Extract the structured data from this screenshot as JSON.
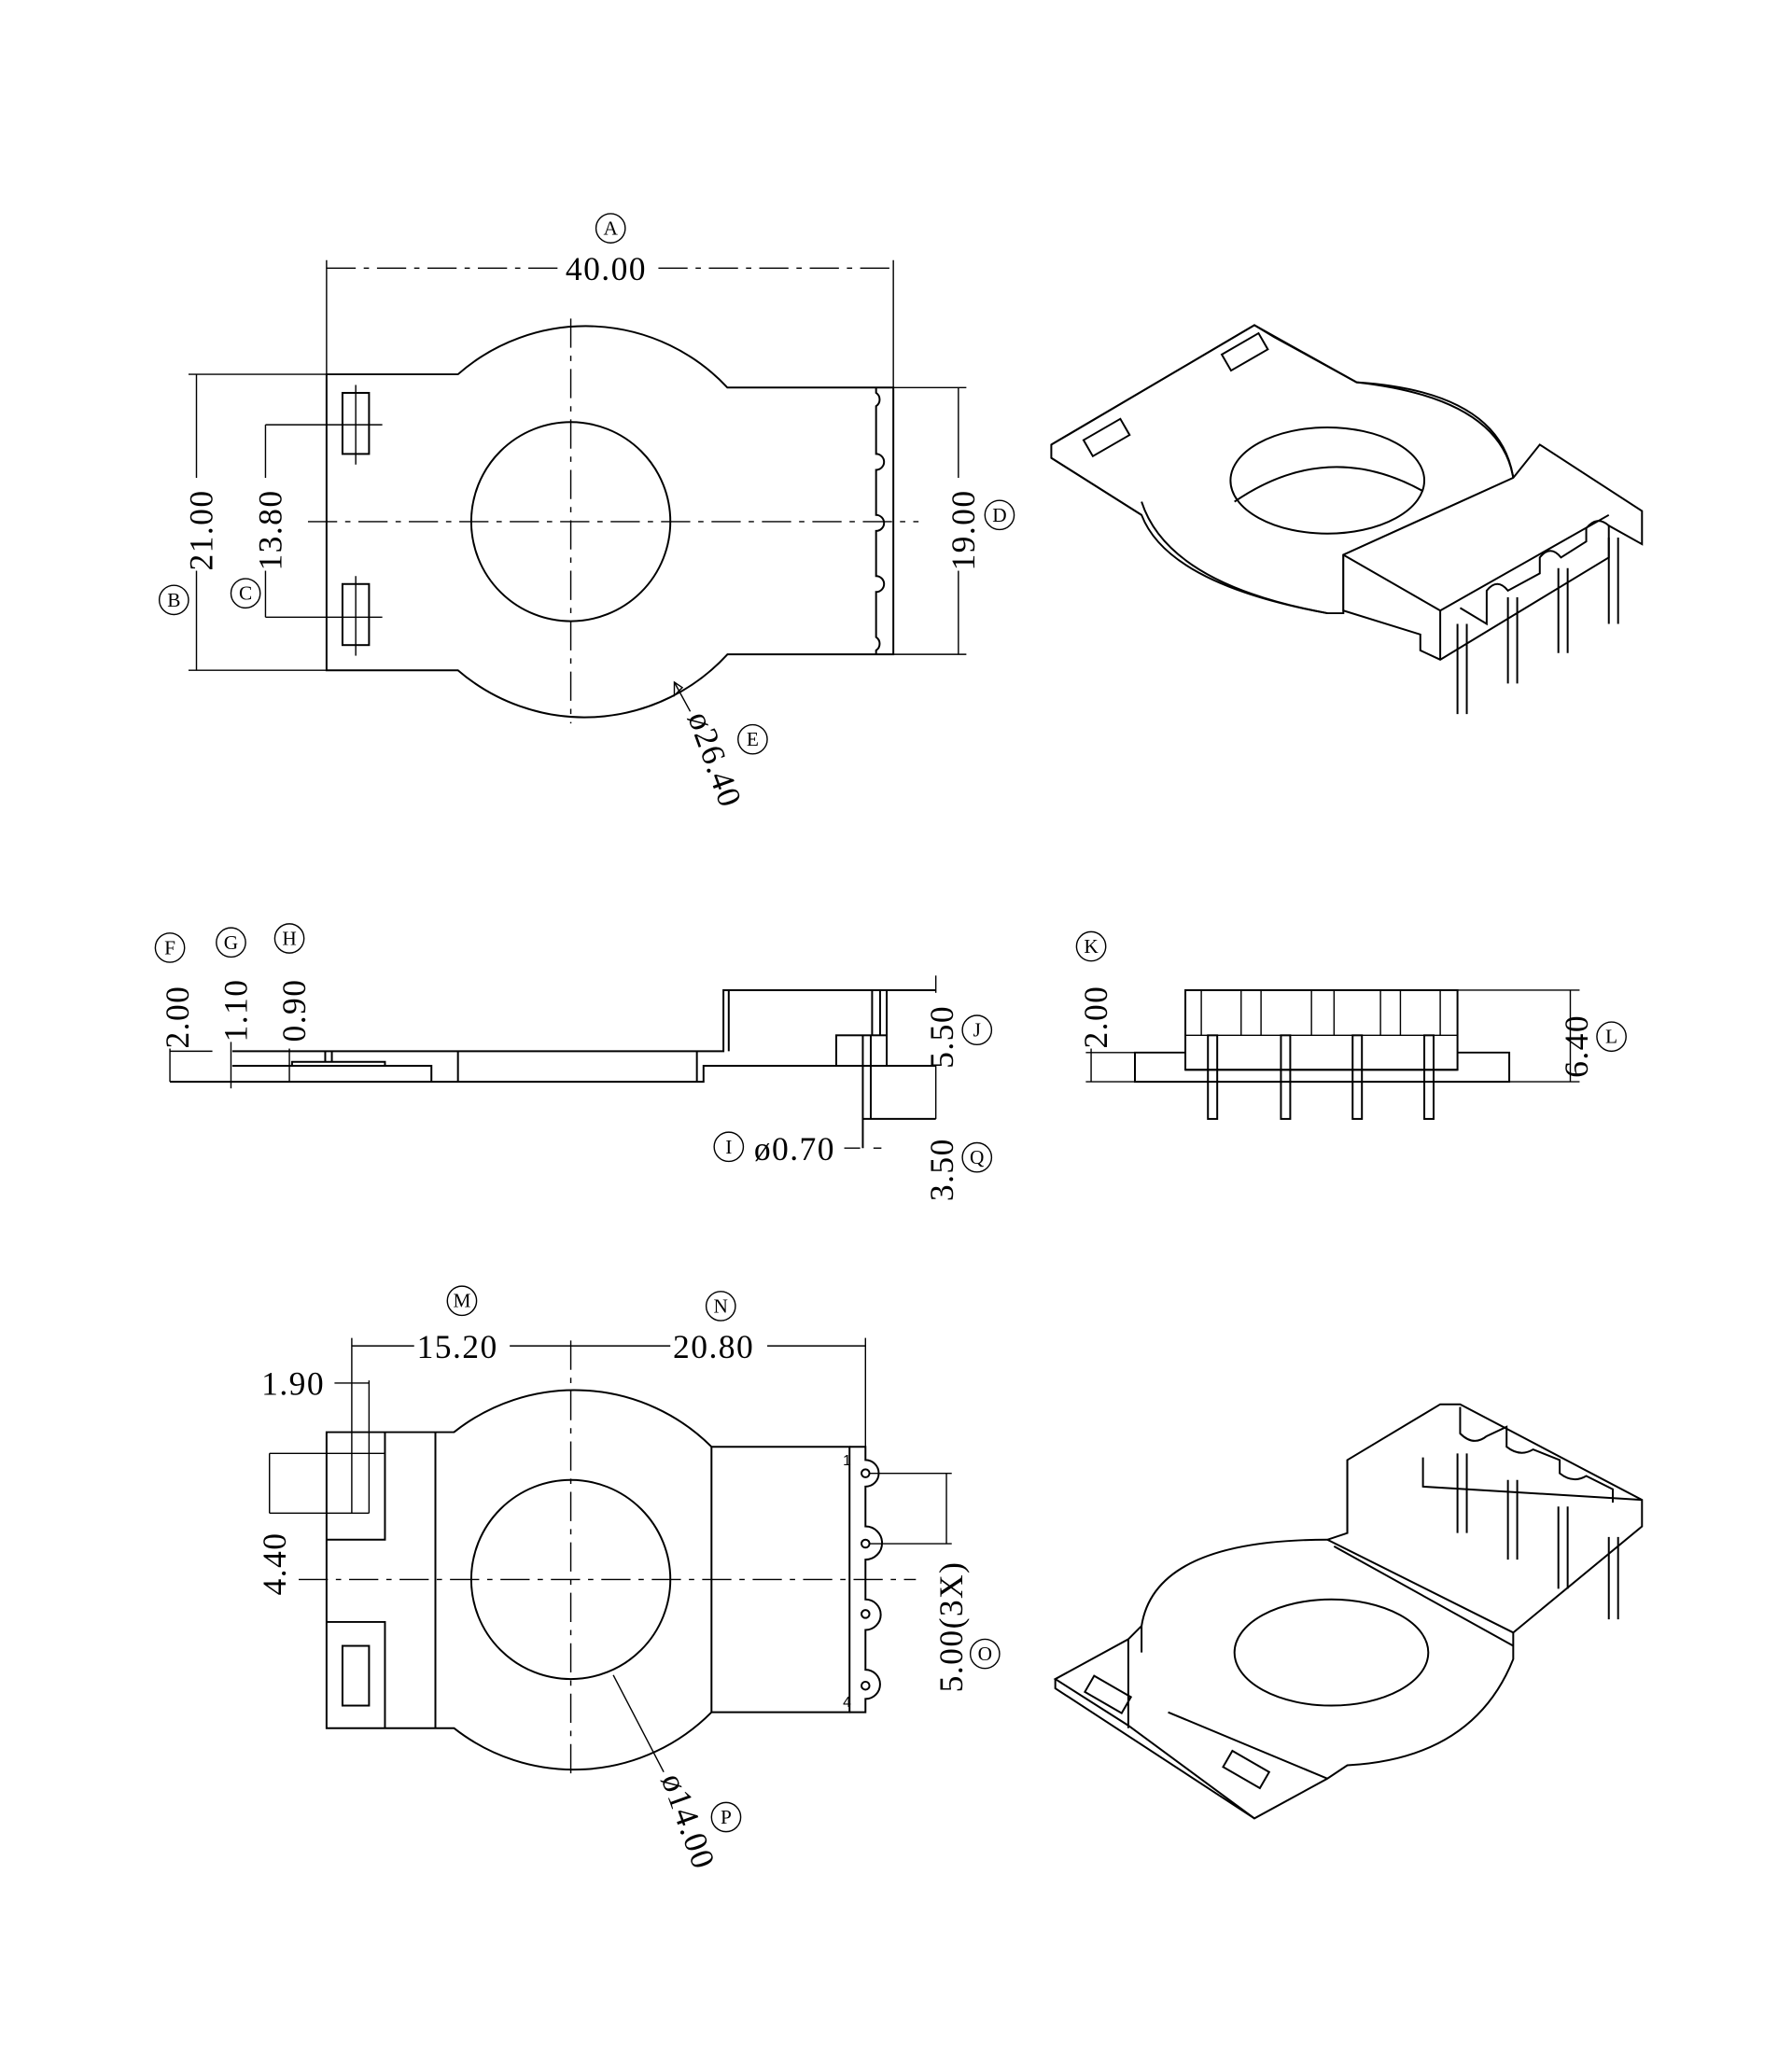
{
  "dims": {
    "A": {
      "letter": "A",
      "value": "40.00"
    },
    "B": {
      "letter": "B",
      "value": "21.00"
    },
    "C": {
      "letter": "C",
      "value": "13.80"
    },
    "D": {
      "letter": "D",
      "value": "19.00"
    },
    "E": {
      "letter": "E",
      "value": "ø26.40"
    },
    "F": {
      "letter": "F",
      "value": "2.00"
    },
    "G": {
      "letter": "G",
      "value": "1.10"
    },
    "H": {
      "letter": "H",
      "value": "0.90"
    },
    "I": {
      "letter": "I",
      "value": "ø0.70"
    },
    "J": {
      "letter": "J",
      "value": "5.50"
    },
    "K": {
      "letter": "K",
      "value": "2.00"
    },
    "L": {
      "letter": "L",
      "value": "6.40"
    },
    "M": {
      "letter": "M",
      "value": "15.20"
    },
    "N": {
      "letter": "N",
      "value": "20.80"
    },
    "O": {
      "letter": "O",
      "value": "5.00(3X)"
    },
    "P": {
      "letter": "P",
      "value": "ø14.00"
    },
    "Q": {
      "letter": "Q",
      "value": "3.50"
    }
  },
  "unlabeled_dims": {
    "slot_width": "1.90",
    "slot_offset": "4.40"
  },
  "pin_labels": {
    "first": "1",
    "last": "4"
  }
}
